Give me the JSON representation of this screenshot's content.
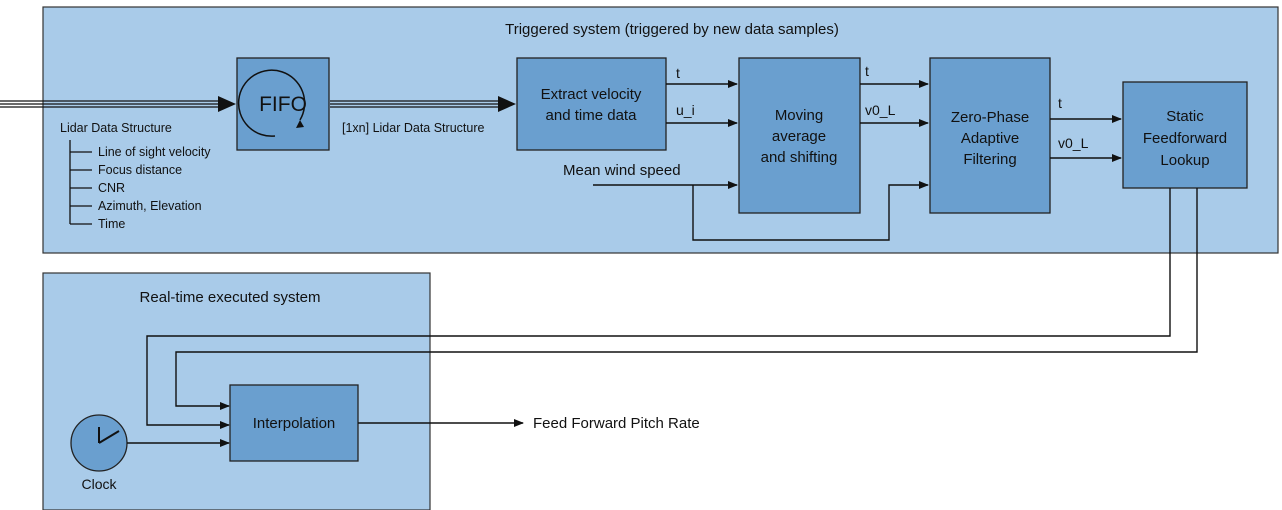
{
  "panels": {
    "triggered_title": "Triggered system (triggered by new data samples)",
    "realtime_title": "Real-time executed system"
  },
  "fifo": {
    "label": "FIFO"
  },
  "lidar": {
    "title": "Lidar Data Structure",
    "items": [
      "Line of sight velocity",
      "Focus distance",
      "CNR",
      "Azimuth, Elevation",
      "Time"
    ],
    "output_label": "[1xn] Lidar Data Structure"
  },
  "blocks": {
    "extract": [
      "Extract velocity",
      "and time data"
    ],
    "moving": [
      "Moving",
      "average",
      "and shifting"
    ],
    "zerophase": [
      "Zero-Phase",
      "Adaptive",
      "Filtering"
    ],
    "static": [
      "Static",
      "Feedforward",
      "Lookup"
    ],
    "interp": "Interpolation"
  },
  "signals": {
    "t1": "t",
    "ui": "u_i",
    "t2": "t",
    "v0l1": "v0_L",
    "t3": "t",
    "v0l2": "v0_L",
    "mean_wind": "Mean wind speed",
    "output": "Feed Forward Pitch Rate"
  },
  "clock": {
    "label": "Clock"
  }
}
